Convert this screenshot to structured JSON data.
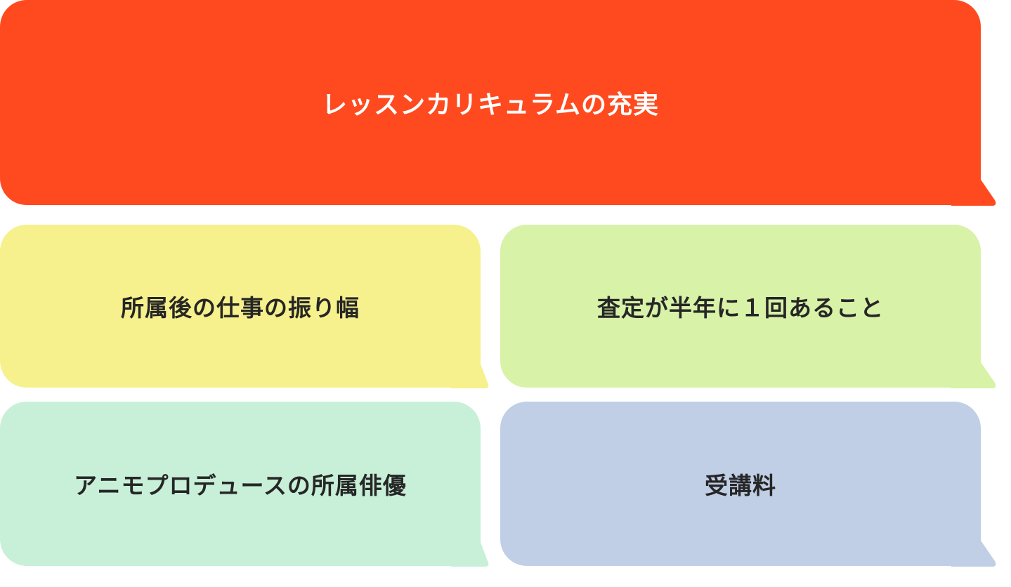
{
  "bubbles": [
    {
      "label": "レッスンカリキュラムの充実",
      "color": "#FF4A1F"
    },
    {
      "label": "所属後の仕事の振り幅",
      "color": "#F6F18C"
    },
    {
      "label": "査定が半年に１回あること",
      "color": "#D8F2A8"
    },
    {
      "label": "アニモプロデュースの所属俳優",
      "color": "#C8F0D8"
    },
    {
      "label": "受講料",
      "color": "#C0CFE6"
    }
  ]
}
